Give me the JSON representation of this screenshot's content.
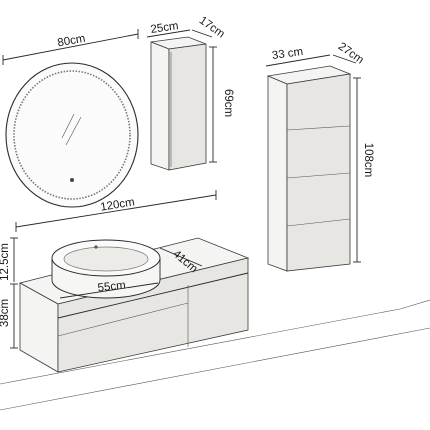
{
  "labels": {
    "mirror_width": "80cm",
    "cab_small_width": "25cm",
    "cab_small_depth": "17cm",
    "cab_small_height": "69cm",
    "cab_tall_width": "33 cm",
    "cab_tall_depth": "27cm",
    "cab_tall_height": "108cm",
    "vanity_width": "120cm",
    "vanity_depth": "41cm",
    "basin_width": "55cm",
    "basin_height": "12.5cm",
    "vanity_height": "38cm"
  },
  "colors": {
    "line": "#2a2a2a",
    "mirror_led": "#555555",
    "panel": "#f4f4f2"
  }
}
